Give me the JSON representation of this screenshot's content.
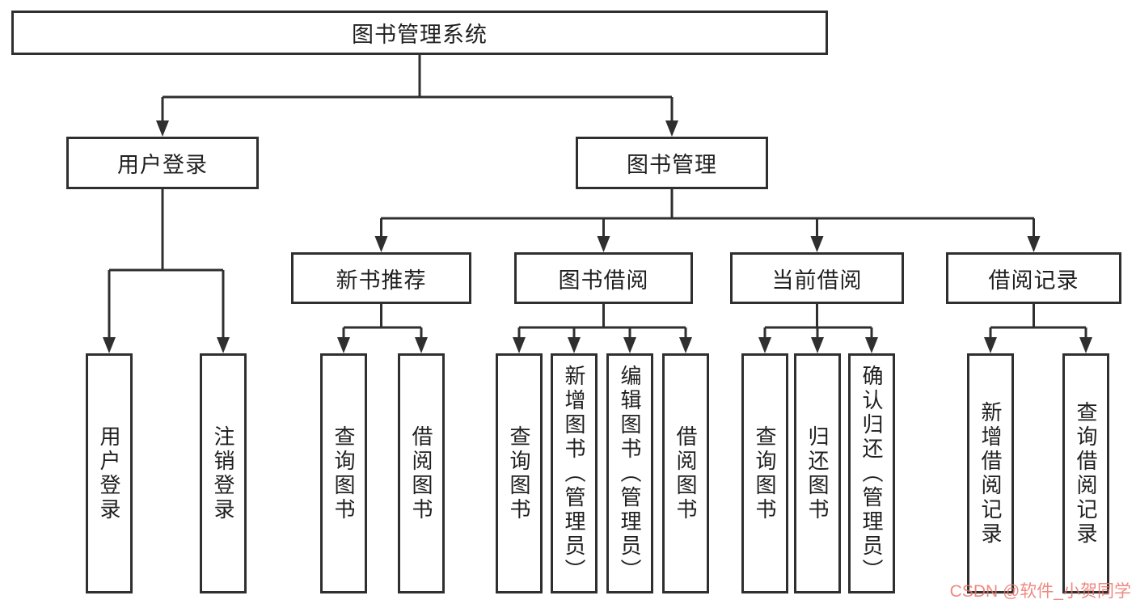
{
  "tree": {
    "root": {
      "label": "图书管理系统"
    },
    "branches": [
      {
        "label": "用户登录",
        "leaves": [
          {
            "label": "用户登录"
          },
          {
            "label": "注销登录"
          }
        ]
      },
      {
        "label": "图书管理",
        "groups": [
          {
            "label": "新书推荐",
            "leaves": [
              {
                "label": "查询图书"
              },
              {
                "label": "借阅图书"
              }
            ]
          },
          {
            "label": "图书借阅",
            "leaves": [
              {
                "label": "查询图书"
              },
              {
                "label": "新增图书（管理员）"
              },
              {
                "label": "编辑图书（管理员）"
              },
              {
                "label": "借阅图书"
              }
            ]
          },
          {
            "label": "当前借阅",
            "leaves": [
              {
                "label": "查询图书"
              },
              {
                "label": "归还图书"
              },
              {
                "label": "确认归还（管理员）"
              }
            ]
          },
          {
            "label": "借阅记录",
            "leaves": [
              {
                "label": "新增借阅记录"
              },
              {
                "label": "查询借阅记录"
              }
            ]
          }
        ]
      }
    ]
  },
  "watermark": {
    "text": "CSDN @软件_小贺同学",
    "color": "#ec756a"
  },
  "colors": {
    "background": "#ffffff",
    "line": "#2f2f2f",
    "box_border": "#2f2f2f",
    "text": "#1f1f1f"
  }
}
